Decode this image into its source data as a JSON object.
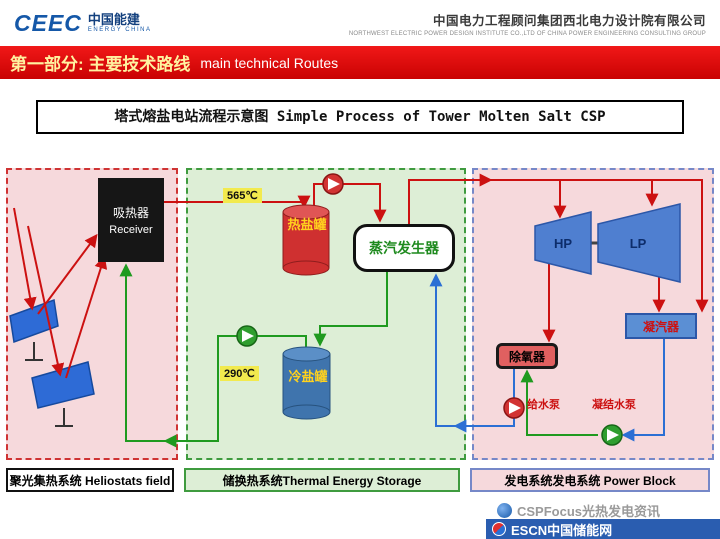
{
  "header": {
    "logo_text": "CEEC",
    "logo_cn": "中国能建",
    "logo_en": "ENERGY CHINA",
    "company_cn": "中国电力工程顾问集团西北电力设计院有限公司",
    "company_en": "NORTHWEST ELECTRIC POWER DESIGN INSTITUTE CO.,LTD OF CHINA POWER ENGINEERING CONSULTING GROUP"
  },
  "section_banner": {
    "part_label": "第一部分: 主要技术路线",
    "subtitle_en": "main technical Routes"
  },
  "diagram_title": "塔式熔盐电站流程示意图 Simple Process of Tower Molten Salt CSP",
  "heliostat_field": {
    "receiver_cn": "吸热器",
    "receiver_en": "Receiver",
    "footer_label": "聚光集热系统 Heliostats field"
  },
  "thermal_storage": {
    "hot_temp_label": "565℃",
    "cold_temp_label": "290℃",
    "hot_tank_label": "热盐罐",
    "cold_tank_label": "冷盐罐",
    "steam_generator_label": "蒸汽发生器",
    "footer_label": "储换热系统Thermal Energy Storage"
  },
  "power_block": {
    "hp_turbine_label": "HP",
    "lp_turbine_label": "LP",
    "condenser_label": "凝汽器",
    "deaerator_label": "除氧器",
    "feedwater_pump_label": "给水泵",
    "condensate_pump_label": "凝结水泵",
    "footer_label": "发电系统发电系统 Power Block"
  },
  "watermarks": {
    "cspfocus_text": "CSPFocus光热发电资讯",
    "escn_text": "ESCN中国储能网"
  },
  "colors": {
    "banner_red": "#e8000f",
    "hot_flow": "#cc1111",
    "cold_flow": "#1f9a1f",
    "water_flow": "#2b6fd4",
    "logo_blue": "#1558a8"
  }
}
